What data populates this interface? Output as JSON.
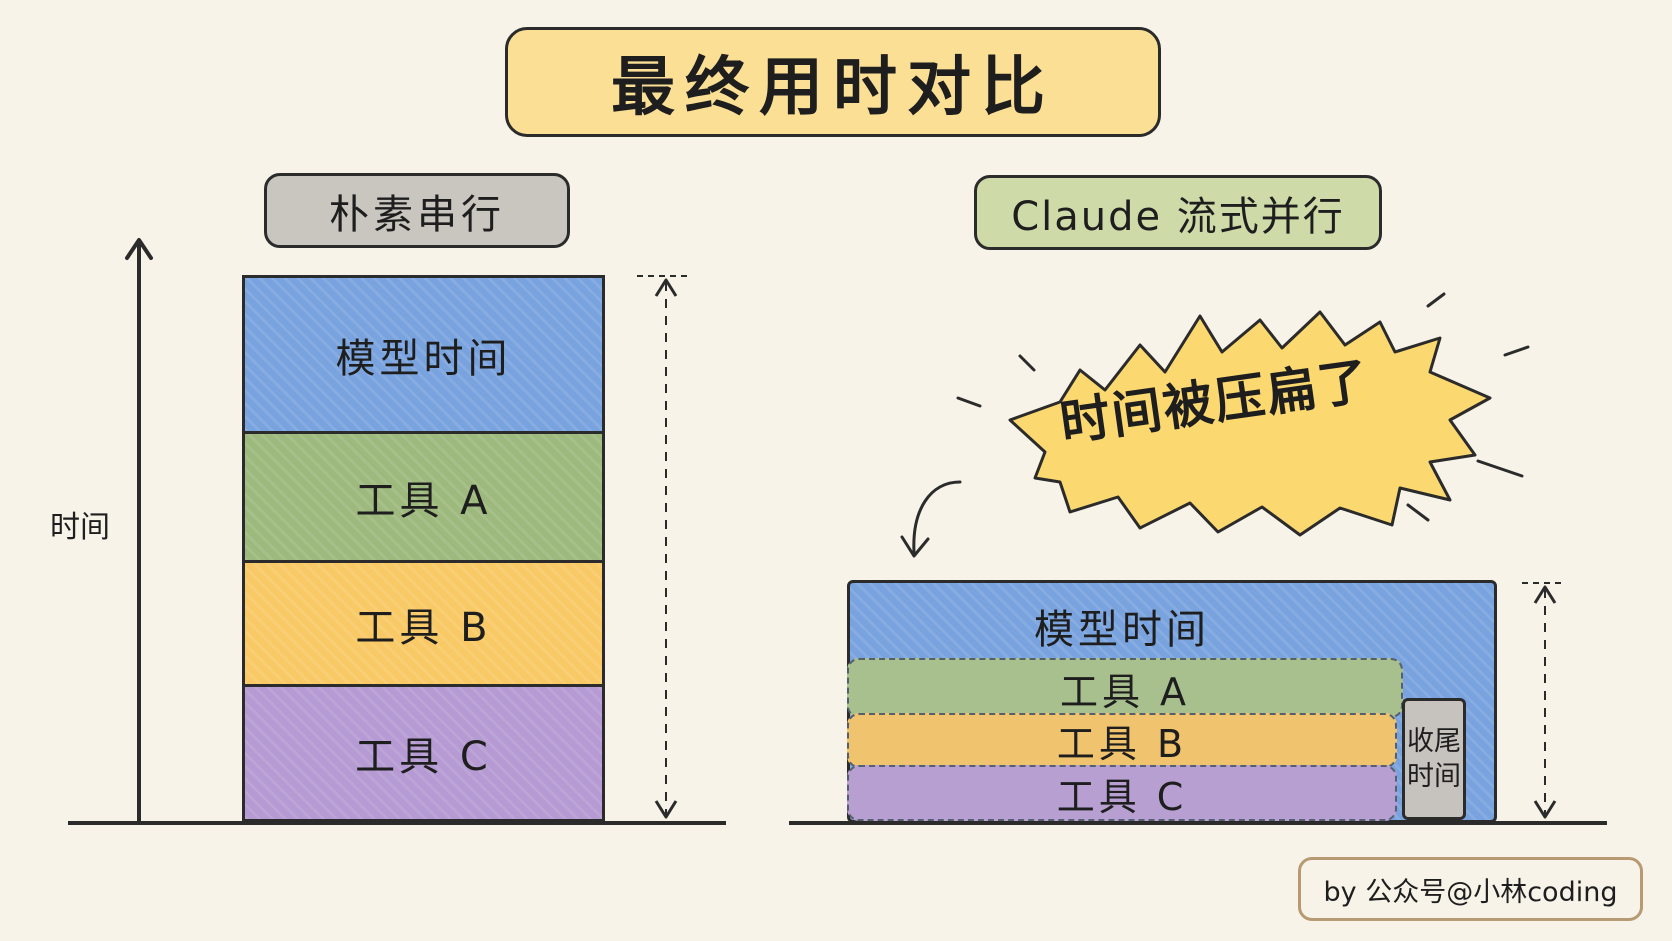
{
  "title": "最终用时对比",
  "left": {
    "label": "朴素串行",
    "axis_label": "时间",
    "blocks": [
      "模型时间",
      "工具 A",
      "工具 B",
      "工具 C"
    ]
  },
  "right": {
    "label": "Claude 流式并行",
    "callout": "时间被压扁了",
    "model_block": "模型时间",
    "tool_blocks": [
      "工具 A",
      "工具 B",
      "工具 C"
    ],
    "tail_line1": "收尾",
    "tail_line2": "时间"
  },
  "credit": "by 公众号@小林coding",
  "colors": {
    "background": "#f8f3e9",
    "title": "#fbdf95",
    "model": "#79a3de",
    "tool_a": "#9db97d",
    "tool_b": "#f8c965",
    "tool_c": "#b59ad3",
    "tail": "#c6c3bf",
    "callout": "#fbd870"
  }
}
